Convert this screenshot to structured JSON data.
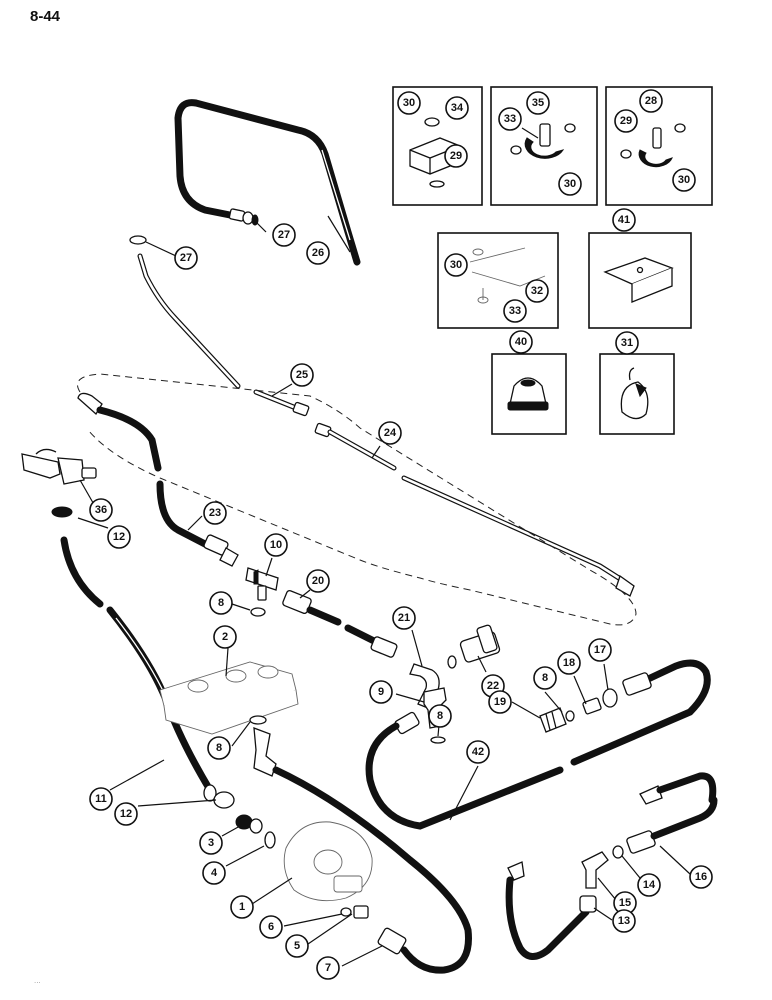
{
  "page": {
    "number": "8-44",
    "footnote": "..."
  },
  "callouts": {
    "c1": "1",
    "c2": "2",
    "c3": "3",
    "c4": "4",
    "c5": "5",
    "c6": "6",
    "c7": "7",
    "c8a": "8",
    "c8b": "8",
    "c8c": "8",
    "c8d": "8",
    "c9": "9",
    "c10": "10",
    "c11": "11",
    "c12a": "12",
    "c12b": "12",
    "c13": "13",
    "c14": "14",
    "c15": "15",
    "c16": "16",
    "c17": "17",
    "c18": "18",
    "c19": "19",
    "c20": "20",
    "c21": "21",
    "c22": "22",
    "c23": "23",
    "c24": "24",
    "c25": "25",
    "c26": "26",
    "c27a": "27",
    "c27b": "27",
    "c28": "28",
    "c29a": "29",
    "c29b": "29",
    "c30a": "30",
    "c30b": "30",
    "c30c": "30",
    "c30d": "30",
    "c31": "31",
    "c32": "32",
    "c33a": "33",
    "c33b": "33",
    "c34": "34",
    "c35": "35",
    "c36": "36",
    "c40": "40",
    "c41": "41",
    "c42": "42"
  }
}
